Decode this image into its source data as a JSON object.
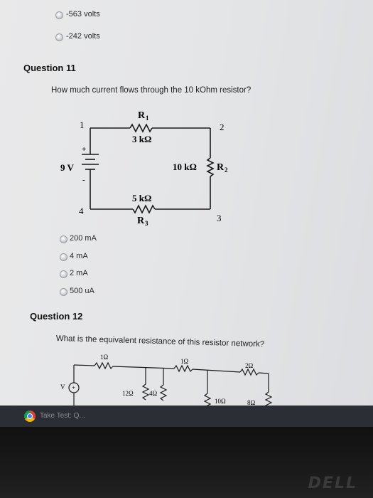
{
  "prev_options": [
    {
      "label": "-563 volts"
    },
    {
      "label": "-242 volts"
    }
  ],
  "q11": {
    "heading": "Question 11",
    "text": "How much current flows through the 10 kOhm resistor?",
    "circuit": {
      "node1": "1",
      "node2": "2",
      "node3": "3",
      "node4": "4",
      "r1_name": "R",
      "r1_sub": "1",
      "r1_value": "3 kΩ",
      "r2_name": "R",
      "r2_sub": "2",
      "r2_value": "10 kΩ",
      "r3_name": "R",
      "r3_sub": "3",
      "r3_value": "5 kΩ",
      "source": "9 V",
      "plus": "+",
      "minus": "-"
    },
    "options": [
      {
        "label": "200 mA"
      },
      {
        "label": "4 mA"
      },
      {
        "label": "2 mA"
      },
      {
        "label": "500 uA"
      }
    ]
  },
  "q12": {
    "heading": "Question 12",
    "text": "What is the equivalent resistance of this resistor network?",
    "circuit": {
      "source": "V",
      "r_a": "1Ω",
      "r_b": "1Ω",
      "r_c": "2Ω",
      "r_d": "12Ω",
      "r_e": "4Ω",
      "r_f": "10Ω",
      "r_g": "8Ω"
    }
  },
  "taskbar": {
    "app_label": "Take Test: Q...",
    "chrome_icon": "chrome-icon"
  },
  "bezel": {
    "brand": "DELL"
  }
}
